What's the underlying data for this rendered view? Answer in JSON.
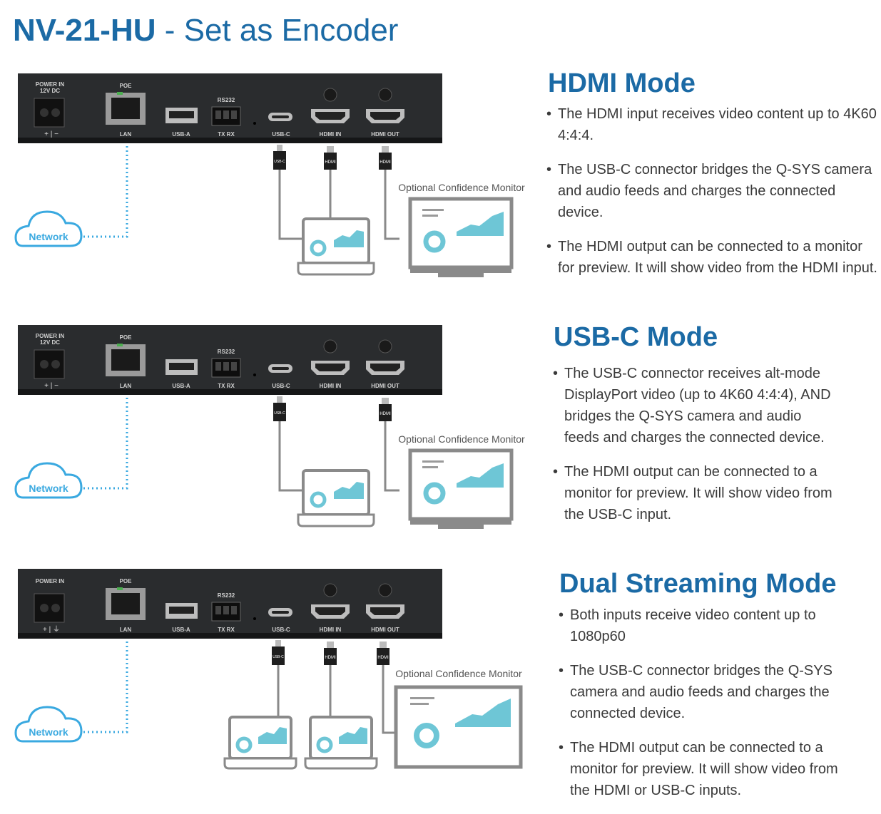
{
  "title": {
    "model": "NV-21-HU",
    "subtitle": " - Set as Encoder"
  },
  "labels": {
    "power_in": "POWER IN",
    "power_12v": "12V DC",
    "poe": "POE",
    "lan": "LAN",
    "usb_a": "USB-A",
    "rs232": "RS232",
    "txrx": "TX RX",
    "usb_c": "USB-C",
    "hdmi_in": "HDMI  IN",
    "hdmi_out": "HDMI  OUT",
    "plug_usbc": "USB-C",
    "plug_hdmi": "HDMI",
    "network": "Network",
    "monitor_caption": "Optional Confidence Monitor"
  },
  "modes": [
    {
      "heading": "HDMI Mode",
      "bullets": [
        "The HDMI input receives video content up to 4K60 4:4:4.",
        "The USB-C connector bridges the Q-SYS camera and audio feeds and charges the connected device.",
        "The HDMI output can be connected to a monitor for preview. It will show video from the HDMI input."
      ]
    },
    {
      "heading": "USB-C Mode",
      "bullets": [
        "The USB-C connector receives alt-mode DisplayPort video (up to 4K60 4:4:4), AND bridges the Q-SYS camera and audio feeds and charges the connected device.",
        "The HDMI output can be connected to a monitor for preview. It will show video from the USB-C input."
      ]
    },
    {
      "heading": "Dual Streaming Mode",
      "bullets": [
        "Both inputs receive video content up to 1080p60",
        "The USB-C connector bridges the Q-SYS camera and audio feeds and charges the connected device.",
        "The HDMI output can be connected to a monitor for preview. It will show video from the HDMI or USB-C inputs."
      ]
    }
  ],
  "colors": {
    "title": "#1b6aa5",
    "network": "#3aa9e0",
    "device": "#222426",
    "cable": "#8a8a8a",
    "accent": "#6ec6d6"
  }
}
